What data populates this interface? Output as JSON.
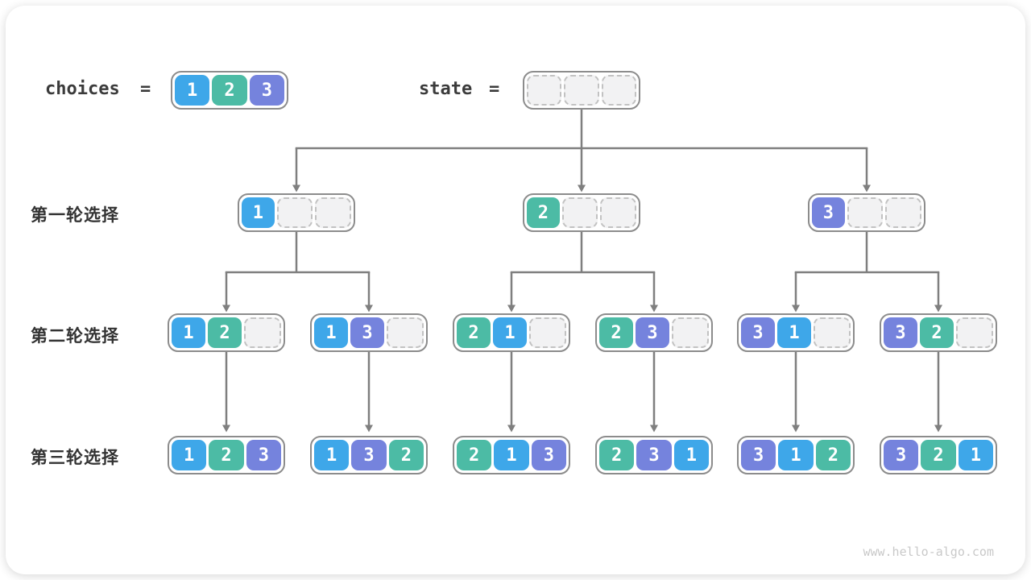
{
  "colors": {
    "1": "#3EA7E9",
    "2": "#4CBBA5",
    "3": "#7583DD"
  },
  "header": {
    "choices_label": "choices",
    "equals": "=",
    "state_label": "state",
    "choices_box": [
      "1",
      "2",
      "3"
    ],
    "state_box": [
      "",
      "",
      ""
    ]
  },
  "rows": [
    {
      "label": "第一轮选择",
      "boxes": [
        [
          "1",
          "",
          ""
        ],
        [
          "2",
          "",
          ""
        ],
        [
          "3",
          "",
          ""
        ]
      ]
    },
    {
      "label": "第二轮选择",
      "boxes": [
        [
          "1",
          "2",
          ""
        ],
        [
          "1",
          "3",
          ""
        ],
        [
          "2",
          "1",
          ""
        ],
        [
          "2",
          "3",
          ""
        ],
        [
          "3",
          "1",
          ""
        ],
        [
          "3",
          "2",
          ""
        ]
      ]
    },
    {
      "label": "第三轮选择",
      "boxes": [
        [
          "1",
          "2",
          "3"
        ],
        [
          "1",
          "3",
          "2"
        ],
        [
          "2",
          "1",
          "3"
        ],
        [
          "2",
          "3",
          "1"
        ],
        [
          "3",
          "1",
          "2"
        ],
        [
          "3",
          "2",
          "1"
        ]
      ]
    }
  ],
  "footer": {
    "watermark": "www.hello-algo.com"
  }
}
